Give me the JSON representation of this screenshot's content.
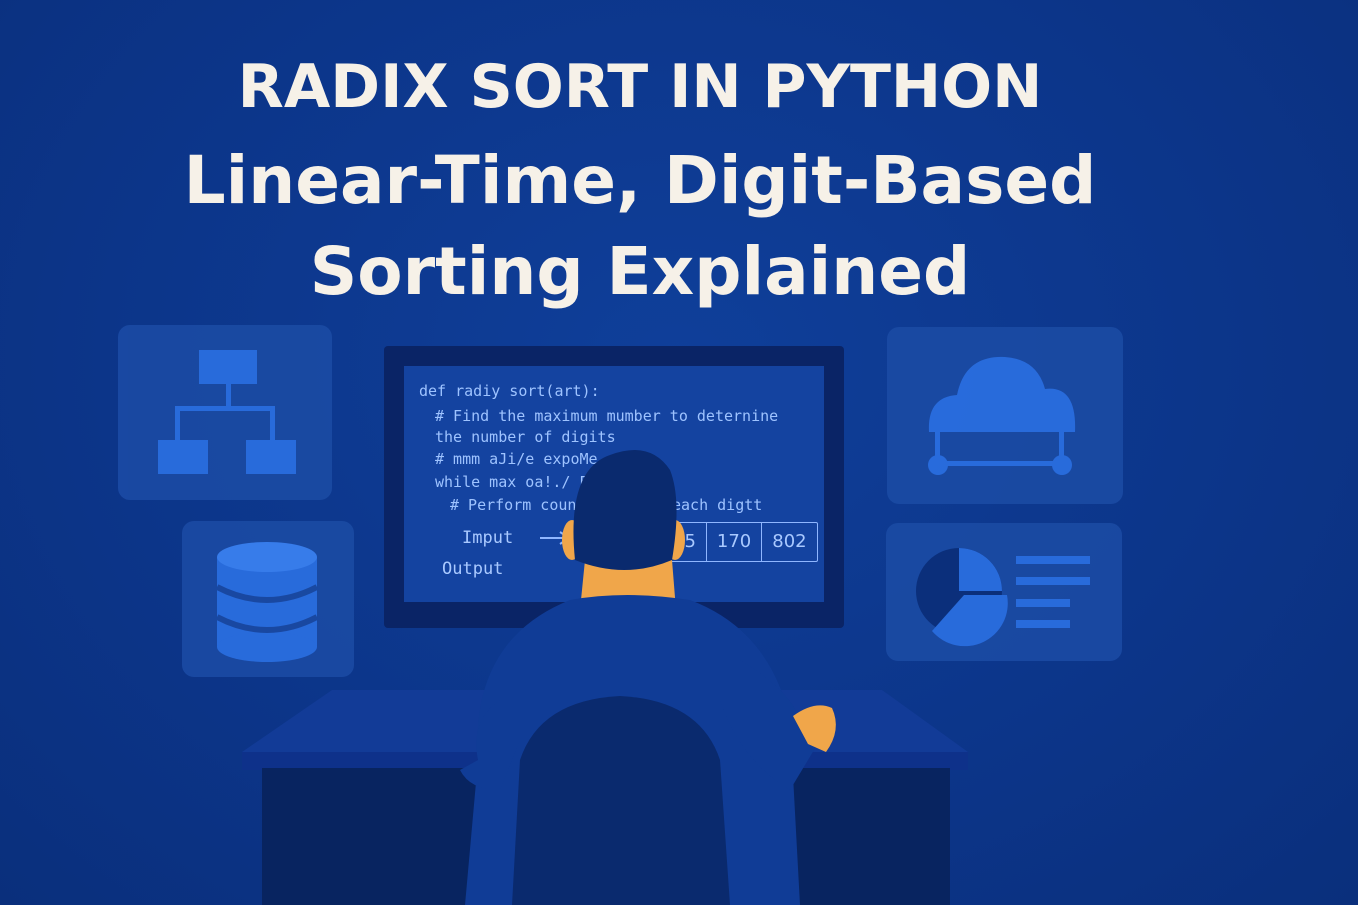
{
  "title": {
    "line1": "RADIX SORT IN PYTHON",
    "line2": "Linear-Time, Digit-Based",
    "line3": "Sorting Explained"
  },
  "monitor": {
    "code_lines": [
      "def radiy sort(art):",
      "# Find the maximum mumber to deternine",
      "the number of digits",
      "# mmm aJi/e expoMe",
      "while max oa!./ E",
      "# Perform count",
      "each digtt"
    ],
    "input_label": "Imput",
    "output_label": "Output",
    "numbers": [
      "75",
      "170",
      "802"
    ]
  },
  "icons": {
    "flowchart": "flowchart-icon",
    "database": "database-icon",
    "cloud": "cloud-network-icon",
    "chart": "pie-chart-icon"
  },
  "colors": {
    "background": "#0c3589",
    "panel": "#1a4aa3",
    "title_text": "#f6f1e8",
    "code_text": "#9ec3ff",
    "skin": "#f0a64a"
  }
}
